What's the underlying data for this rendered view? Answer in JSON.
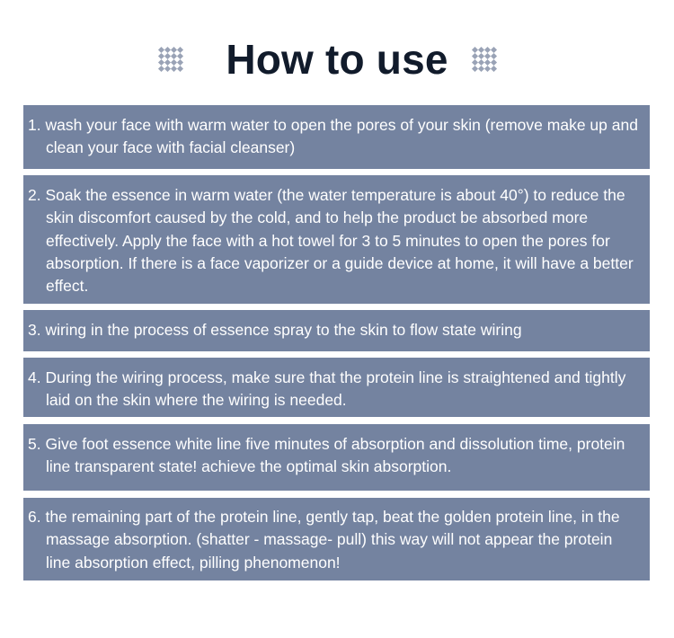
{
  "header": {
    "title": "How to use",
    "ornament_icon": "diamond-dot-grid-icon",
    "ornament_color": "#9aa3b6"
  },
  "colors": {
    "step_background": "#7483a0",
    "step_text": "#ffffff",
    "title_text": "#111b2b"
  },
  "steps": [
    {
      "text": "1. wash your face with warm water to open the pores of your skin (remove make up and clean your face with facial cleanser)"
    },
    {
      "text": "2. Soak the essence in warm water (the water temperature is about 40°) to reduce the skin discomfort caused by the cold, and to help the product be absorbed more effectively. Apply the face with a hot towel for 3 to 5 minutes to open the pores for absorption. If there is a face vaporizer or a guide device at home, it will have a better effect."
    },
    {
      "text": "3. wiring in the process of essence spray to the skin to flow state wiring"
    },
    {
      "text": "4. During the wiring process, make sure that the protein line is straightened and tightly laid on the skin where the wiring is needed."
    },
    {
      "text": "5. Give foot essence white line five minutes of absorption and dissolution time, protein line transparent state! achieve the optimal skin absorption."
    },
    {
      "text": "6. the remaining part of the protein line, gently tap, beat the golden protein line, in the massage absorption. (shatter - massage- pull) this way will not appear the protein line absorption effect, pilling phenomenon!"
    }
  ]
}
